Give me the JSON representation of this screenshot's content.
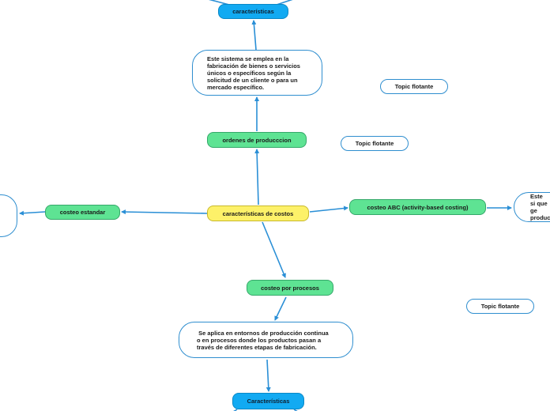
{
  "nodes": {
    "central": "características de costos",
    "ordenes": "ordenes de producccion",
    "ordenes_desc": "Este sistema se emplea en la fabricación de bienes o servicios únicos o específicos según la solicitud de un cliente o para un mercado específico.",
    "caracteristicas_top": "características",
    "costeo_estandar": "costeo estandar",
    "costeo_abc": "costeo ABC (activity-based costing)",
    "abc_desc_partial": "Este si que ge produc",
    "costeo_procesos": "costeo por procesos",
    "procesos_desc": " Se aplica en entornos de producción continua o en procesos donde los productos pasan a través de diferentes etapas de fabricación.",
    "caracteristicas_bottom": "Características",
    "topic_1": "Topic flotante",
    "topic_2": "Topic flotante",
    "topic_3": "Topic flotante"
  },
  "colors": {
    "link": "#2a8fd6",
    "green": "#5ee393",
    "blue": "#12aaf2",
    "yellow": "#fdf169"
  }
}
